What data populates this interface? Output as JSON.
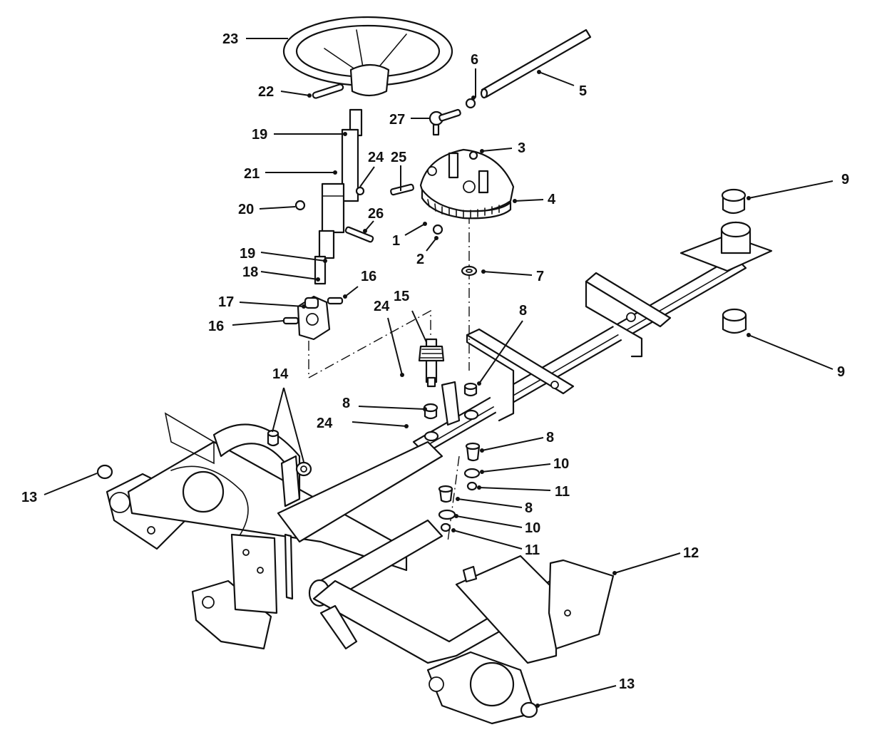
{
  "diagram": {
    "labels": [
      "1",
      "2",
      "3",
      "4",
      "5",
      "6",
      "7",
      "8",
      "9",
      "10",
      "11",
      "12",
      "13",
      "14",
      "15",
      "16",
      "17",
      "18",
      "19",
      "20",
      "21",
      "22",
      "23",
      "24",
      "25",
      "26",
      "27"
    ]
  },
  "colors": {
    "ink": "#111111",
    "paper": "#ffffff"
  }
}
